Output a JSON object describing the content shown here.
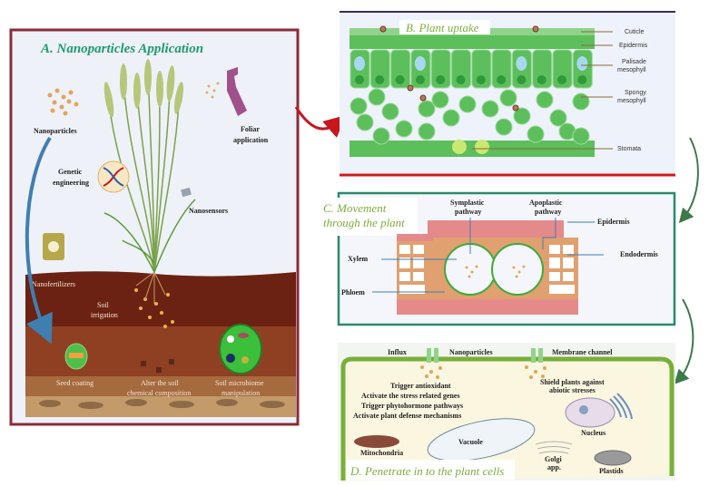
{
  "panel_a": {
    "title": "A. Nanoparticles Application",
    "labels": {
      "nanoparticles": "Nanoparticles",
      "foliar_1": "Foliar",
      "foliar_2": "application",
      "genetic_1": "Genetic",
      "genetic_2": "engineering",
      "nanosensors": "Nanosensors",
      "nanofertilizers": "Nanofertilizers",
      "soil_1": "Soil",
      "soil_2": "irrigation",
      "seed_coating": "Seed coating",
      "alter_1": "Alter the soil",
      "alter_2": "chemical composition",
      "microbiome_1": "Soil microbiome",
      "microbiome_2": "manipulation"
    }
  },
  "panel_b": {
    "title": "B. Plant uptake",
    "labels": {
      "cuticle": "Cuticle",
      "epidermis": "Epidermis",
      "palisade_1": "Palisade",
      "palisade_2": "mesophyll",
      "spongy_1": "Spongy",
      "spongy_2": "mesophyll",
      "stomata": "Stomata"
    }
  },
  "panel_c": {
    "title_1": "C. Movement",
    "title_2": "through the plant",
    "labels": {
      "symplastic_1": "Symplastic",
      "symplastic_2": "pathway",
      "apoplastic_1": "Apoplastic",
      "apoplastic_2": "pathway",
      "epidermis": "Epidermis",
      "xylem": "Xylem",
      "endodermis": "Endodermis",
      "phloem": "Phloem"
    }
  },
  "panel_d": {
    "title": "D. Penetrate in to the plant cells",
    "labels": {
      "influx": "Influx",
      "nanoparticles": "Nanoparticles",
      "membrane_channel": "Membrane channel",
      "effects": [
        "Trigger antioxidant",
        "Activate the stress related genes",
        "Trigger phytohormone pathways",
        "Activate plant defense mechanisms"
      ],
      "shield_1": "Shield plants against",
      "shield_2": "abiotic stresses",
      "nucleus": "Nucleus",
      "vacuole": "Vacuole",
      "mitochondria": "Mitochondria",
      "golgi_1": "Golgi",
      "golgi_2": "app.",
      "plastids": "Plastids"
    }
  },
  "colors": {
    "panel_a_border": "#8b2a3a",
    "panel_c_border": "#2a8a6a",
    "leaf_green": "#5cbf5c",
    "soil": "#6b2e1c"
  }
}
